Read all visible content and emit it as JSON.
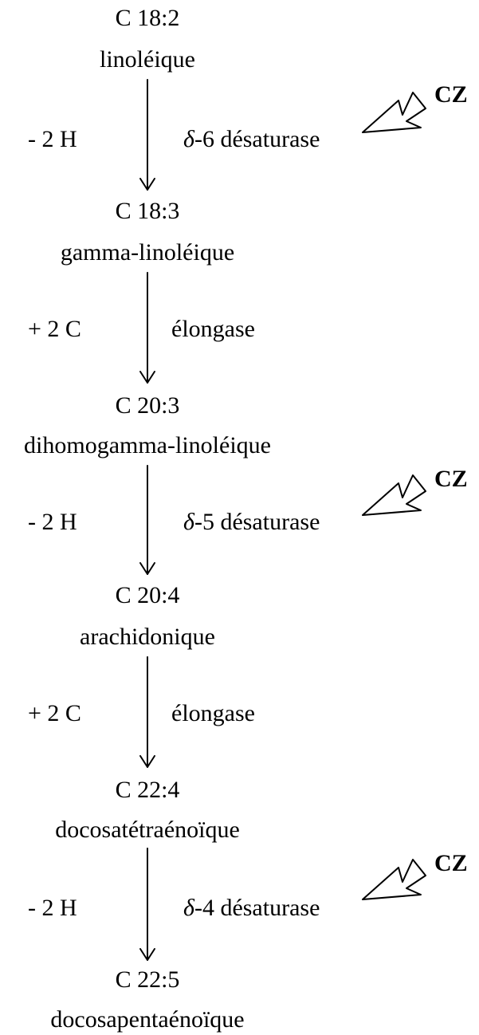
{
  "compounds": [
    {
      "formula": "C 18:2",
      "name": "linoléique"
    },
    {
      "formula": "C 18:3",
      "name": "gamma-linoléique"
    },
    {
      "formula": "C 20:3",
      "name": "dihomogamma-linoléique"
    },
    {
      "formula": "C 20:4",
      "name": "arachidonique"
    },
    {
      "formula": "C 22:4",
      "name": "docosatétraénoïque"
    },
    {
      "formula": "C 22:5",
      "name": "docosapentaénoïque"
    }
  ],
  "steps": [
    {
      "change": "- 2 H",
      "enzyme_symbol": "δ",
      "enzyme": "-6 désaturase",
      "marker": "CZ"
    },
    {
      "change": "+ 2 C",
      "enzyme": "élongase"
    },
    {
      "change": "- 2 H",
      "enzyme_symbol": "δ",
      "enzyme": "-5 désaturase",
      "marker": "CZ"
    },
    {
      "change": "+ 2 C",
      "enzyme": "élongase"
    },
    {
      "change": "- 2 H",
      "enzyme_symbol": "δ",
      "enzyme": "-4 désaturase",
      "marker": "CZ"
    }
  ],
  "colors": {
    "ink": "#000000",
    "background": "#ffffff"
  }
}
